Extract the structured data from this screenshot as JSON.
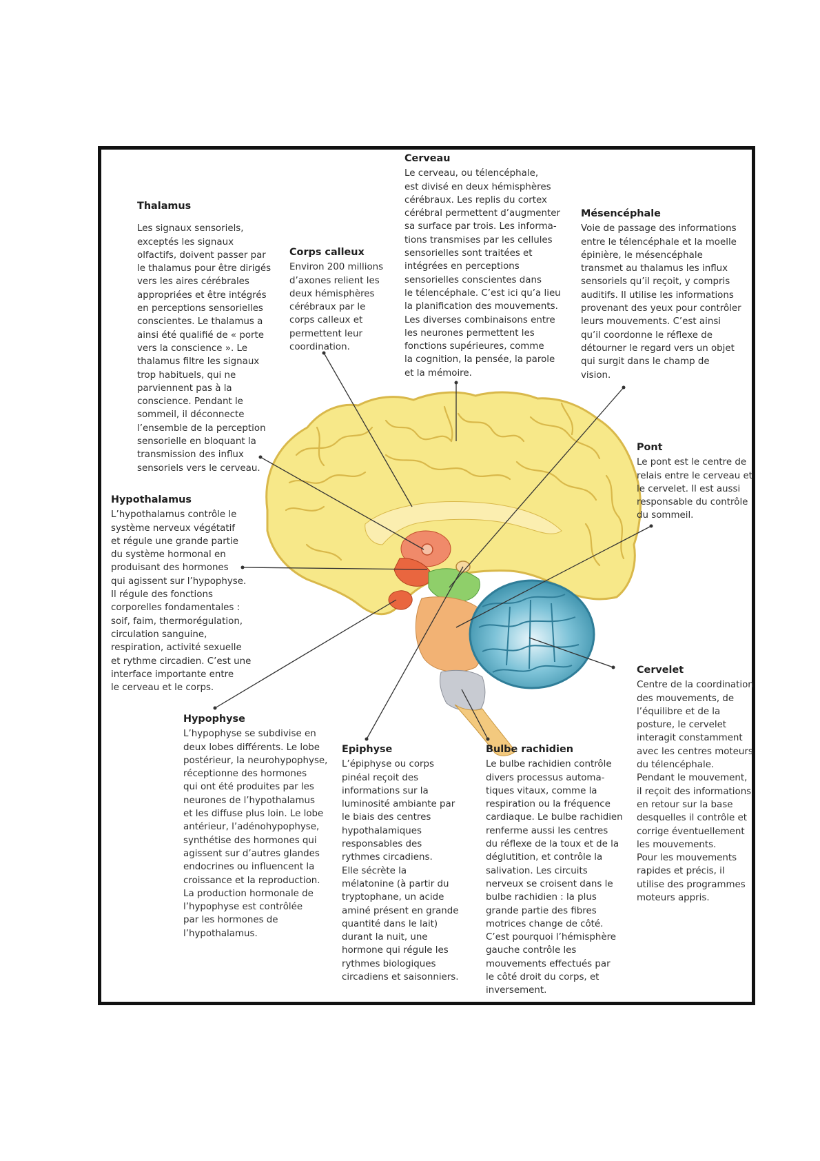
{
  "labels": {
    "thalamus": {
      "title": "Thalamus",
      "text": "Les signaux sensoriels,\nexceptés les signaux\nolfactifs, doivent passer par\nle thalamus pour être dirigés\nvers les aires cérébrales\nappropriées et être intégrés\nen perceptions sensorielles\nconscientes. Le thalamus a\nainsi été qualifié de « porte\nvers la conscience ». Le\nthalamus filtre les signaux\ntrop habituels, qui ne\nparviennent pas à la\nconscience. Pendant le\nsommeil, il déconnecte\nl’ensemble de la perception\nsensorielle en bloquant la\ntransmission des influx\nsensoriels vers le cerveau."
    },
    "corps_calleux": {
      "title": "Corps calleux",
      "text": "Environ 200 millions\nd’axones relient les\ndeux hémisphères\ncérébraux par le\ncorps calleux et\npermettent leur\ncoordination."
    },
    "cerveau": {
      "title": "Cerveau",
      "text": "Le cerveau, ou télencéphale,\nest divisé en deux hémisphères\ncérébraux. Les replis du cortex\ncérébral permettent d’augmenter\nsa surface par trois. Les informa-\ntions transmises par les cellules\nsensorielles sont traitées et\nintégrées en perceptions\nsensorielles conscientes dans\nle télencéphale. C’est ici qu’a lieu\nla planification des mouvements.\nLes diverses combinaisons entre\nles neurones permettent les\nfonctions supérieures, comme\nla cognition, la pensée, la parole\net la mémoire."
    },
    "mesencephale": {
      "title": "Mésencéphale",
      "text": "Voie de passage des informations\nentre le télencéphale et la moelle\népinière, le mésencéphale\ntransmet au thalamus les influx\nsensoriels qu’il reçoit, y compris\nauditifs. Il utilise les informations\nprovenant des yeux pour contrôler\nleurs mouvements. C’est ainsi\nqu’il coordonne le réflexe de\ndétourner le regard vers un objet\nqui surgit dans le champ de\nvision."
    },
    "pont": {
      "title": "Pont",
      "text": "Le pont est le centre de\nrelais entre le cerveau et\nle cervelet. Il est aussi\nresponsable du contrôle\ndu sommeil."
    },
    "hypothalamus": {
      "title": "Hypothalamus",
      "text": "L’hypothalamus contrôle le\nsystème nerveux végétatif\net régule une grande partie\ndu système hormonal en\nproduisant des hormones\nqui agissent sur l’hypophyse.\nIl régule des fonctions\ncorporelles fondamentales :\nsoif, faim, thermorégulation,\ncirculation sanguine,\nrespiration, activité sexuelle\net rythme circadien. C’est une\ninterface importante entre\nle cerveau et le corps."
    },
    "cervelet": {
      "title": "Cervelet",
      "text": "Centre de la coordination\ndes mouvements, de\nl’équilibre et de la\nposture, le cervelet\ninteragit constamment\navec les centres moteurs\ndu télencéphale.\nPendant le mouvement,\nil reçoit des informations\nen retour sur la base\ndesquelles il contrôle et\ncorrige éventuellement\nles mouvements.\nPour les mouvements\nrapides et précis, il\nutilise des programmes\nmoteurs appris."
    },
    "hypophyse": {
      "title": "Hypophyse",
      "text": "L’hypophyse se subdivise en\ndeux lobes différents. Le lobe\npostérieur, la neurohypophyse,\nréceptionne des hormones\nqui ont été produites par les\nneurones de l’hypothalamus\net les diffuse plus loin. Le lobe\nantérieur, l’adénohypophyse,\nsynthétise des hormones qui\nagissent sur d’autres glandes\nendocrines ou influencent la\ncroissance et la reproduction.\nLa production hormonale de\nl’hypophyse est contrôlée\npar les hormones de\nl’hypothalamus."
    },
    "epiphyse": {
      "title": "Epiphyse",
      "text": "L’épiphyse ou corps\npinéal reçoit des\ninformations sur la\nluminosité ambiante par\nle biais des centres\nhypothalamiques\nresponsables des\nrythmes circadiens.\nElle sécrète la\nmélatonine (à partir du\ntryptophane, un acide\naminé présent en grande\nquantité dans le lait)\ndurant la nuit, une\nhormone qui régule les\nrythmes biologiques\ncircadiens et saisonniers."
    },
    "bulbe_rachidien": {
      "title": "Bulbe rachidien",
      "text": "Le bulbe rachidien contrôle\ndivers processus automa-\ntiques vitaux, comme la\nrespiration ou la fréquence\ncardiaque. Le bulbe rachidien\nrenferme aussi les centres\ndu réflexe de la toux et de la\ndéglutition, et contrôle la\nsalivation. Les circuits\nnerveux se croisent dans le\nbulbe rachidien : la plus\ngrande partie des fibres\nmotrices change de côté.\nC’est pourquoi l’hémisphère\ngauche contrôle les\nmouvements effectués par\nle côté droit du corps, et\ninversement."
    }
  },
  "colors": {
    "cortex": "#f7e889",
    "cortex_stroke": "#d9b84a",
    "corpus_callosum": "#fbeeb0",
    "thalamus": "#f08a6a",
    "hypothalamus": "#e9663f",
    "midbrain": "#8fcf6a",
    "pons": "#f2b274",
    "medulla": "#c8cbd2",
    "spinal_cord": "#f3c97e",
    "cerebellum": "#5aa8c0",
    "cerebellum_stroke": "#2f7d98",
    "leader_line": "#333333"
  }
}
